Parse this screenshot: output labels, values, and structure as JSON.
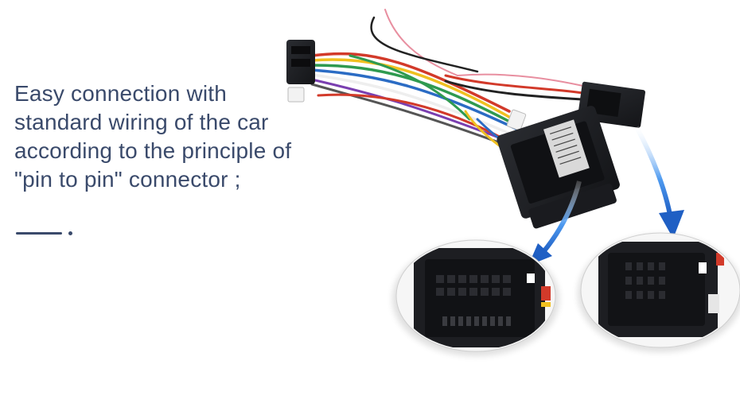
{
  "headline": {
    "line1": "Easy connection with",
    "line2": "standard wiring of the car",
    "line3": "according to the principle of",
    "line4": "\"pin to pin\" connector ;"
  },
  "colors": {
    "text": "#3a4a6b",
    "arrow": "#2f7fe0",
    "connector": "#1c1d20"
  },
  "icons": {
    "accent": "divider-line-dot",
    "arrows": "curved-arrow-down"
  }
}
